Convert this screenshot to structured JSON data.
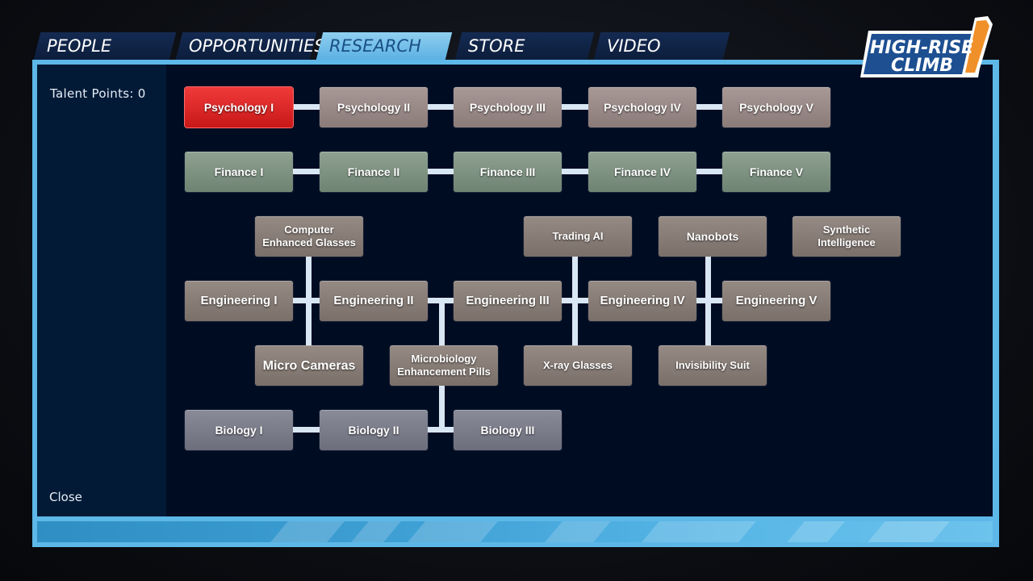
{
  "tabs": [
    {
      "label": "PEOPLE"
    },
    {
      "label": "OPPORTUNITIES"
    },
    {
      "label": "RESEARCH"
    },
    {
      "label": "STORE"
    },
    {
      "label": "VIDEO"
    }
  ],
  "logo": {
    "line1": "HIGH-RISE",
    "line2": "CLIMB"
  },
  "sidebar": {
    "talent_points": "Talent Points: 0",
    "close": "Close"
  },
  "research": {
    "psychology": [
      "Psychology I",
      "Psychology II",
      "Psychology III",
      "Psychology IV",
      "Psychology V"
    ],
    "finance": [
      "Finance I",
      "Finance II",
      "Finance III",
      "Finance IV",
      "Finance V"
    ],
    "engineering": [
      "Engineering I",
      "Engineering II",
      "Engineering III",
      "Engineering IV",
      "Engineering V"
    ],
    "biology": [
      "Biology I",
      "Biology II",
      "Biology III"
    ],
    "gadgets": {
      "computer_glasses": "Computer Enhanced Glasses",
      "micro_cameras": "Micro Cameras",
      "microbiology_pills": "Microbiology Enhancement Pills",
      "trading_ai": "Trading AI",
      "xray_glasses": "X-ray Glasses",
      "nanobots": "Nanobots",
      "invisibility_suit": "Invisibility Suit",
      "synthetic_intelligence": "Synthetic Intelligence"
    }
  },
  "colors": {
    "selected": "#d42222",
    "accent": "#5db7e7",
    "panel": "#000c22"
  }
}
